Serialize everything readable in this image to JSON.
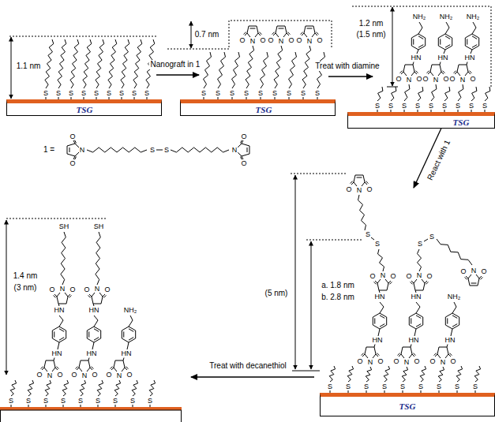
{
  "diagram": {
    "nodes": [
      {
        "text": [
          "TSG"
        ]
      },
      {
        "text": [
          "TSG"
        ]
      },
      {
        "text": [
          "TSG"
        ]
      },
      {
        "text": [
          "TSG"
        ]
      }
    ],
    "labels": [
      "1.1 nm",
      "Nanograft in 1",
      "0.7 nm",
      "Treat with diamine",
      "1.2 nm",
      "(1.5 nm)",
      "1 =",
      "React with 1",
      "(5 nm)",
      "a. 1.8 nm",
      "b. 2.8 nm",
      "Treat with decanethiol",
      "1.4 nm",
      "(3 nm)",
      "S",
      "S",
      "S",
      "S",
      "S",
      "S",
      "S",
      "S",
      "S",
      "S",
      "S",
      "S",
      "S",
      "S",
      "S",
      "S",
      "S",
      "S",
      "O",
      "N",
      "O",
      "O",
      "N",
      "O",
      "O",
      "N",
      "O",
      "S",
      "S",
      "S",
      "S",
      "S",
      "S",
      "S",
      "S",
      "S",
      "O",
      "N",
      "O",
      "O",
      "N",
      "O",
      "O",
      "N",
      "O",
      "HN",
      "HN",
      "HN",
      "NH₂",
      "NH₂",
      "NH₂",
      "O",
      "N",
      "O",
      "S",
      "S",
      "O",
      "N",
      "O",
      "S",
      "S",
      "S",
      "S",
      "S",
      "S",
      "S",
      "S",
      "S",
      "O",
      "N",
      "O",
      "O",
      "N",
      "O",
      "O",
      "N",
      "O",
      "HN",
      "HN",
      "HN",
      "HN",
      "HN",
      "O",
      "N",
      "O",
      "O",
      "N",
      "O",
      "S",
      "S",
      "O",
      "N",
      "O",
      "S",
      "S",
      "O",
      "N",
      "O",
      "NH₂",
      "S",
      "S",
      "S",
      "S",
      "S",
      "S",
      "S",
      "S",
      "S",
      "O",
      "N",
      "O",
      "O",
      "N",
      "O",
      "O",
      "N",
      "O",
      "HN",
      "HN",
      "HN",
      "HN",
      "HN",
      "O",
      "N",
      "O",
      "O",
      "N",
      "O",
      "SH",
      "SH",
      "NH₂"
    ]
  }
}
